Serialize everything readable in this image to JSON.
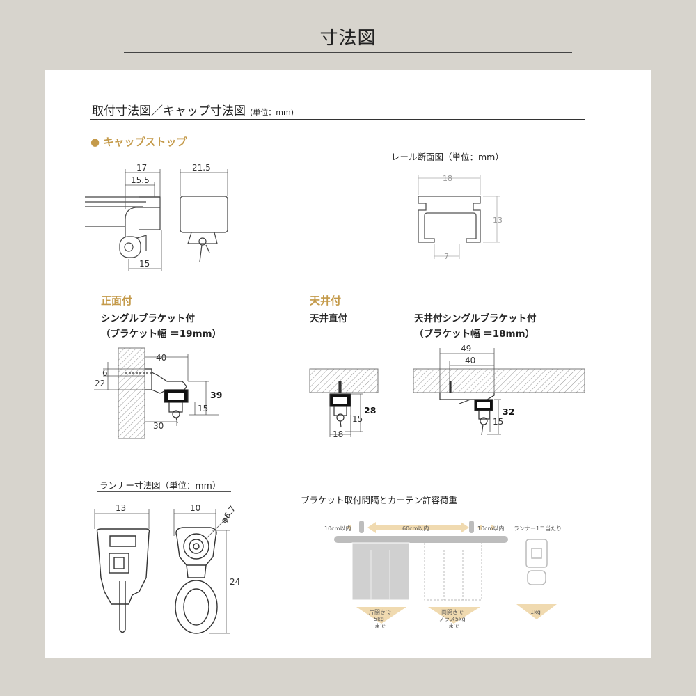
{
  "page_title": "寸法図",
  "section": {
    "title": "取付寸法図／キャップ寸法図",
    "unit": "(単位：mm)"
  },
  "cap_stop": {
    "label": "キャップストップ",
    "dims": {
      "a": "17",
      "b": "15.5",
      "c": "21.5",
      "d": "15"
    }
  },
  "rail_section": {
    "title": "レール断面図（単位：mm）",
    "dims": {
      "w": "18",
      "h": "13",
      "gap": "7"
    }
  },
  "front_mount": {
    "label": "正面付",
    "title": "シングルブラケット付",
    "subtitle": "（ブラケット幅 ＝19mm）",
    "dims": {
      "a": "40",
      "b": "6",
      "c": "22",
      "d": "39",
      "e": "15",
      "f": "30"
    }
  },
  "ceiling_mount": {
    "label": "天井付",
    "direct": {
      "title": "天井直付",
      "dims": {
        "a": "28",
        "b": "15",
        "c": "18"
      }
    }
  },
  "ceiling_bracket": {
    "title": "天井付シングルブラケット付",
    "subtitle": "（ブラケット幅 ＝18mm）",
    "dims": {
      "a": "49",
      "b": "40",
      "c": "32",
      "d": "15"
    }
  },
  "runner": {
    "title": "ランナー寸法図（単位：mm）",
    "dims": {
      "a": "13",
      "b": "10",
      "c": "φ6.7",
      "d": "24"
    }
  },
  "load": {
    "title": "ブラケット取付間隔とカーテン許容荷重",
    "left_gap": "10cm以内",
    "middle_gap": "60cm以内",
    "right_gap": "10cm以内",
    "runner_label": "ランナー1コ当たり",
    "one_side": [
      "片開きで",
      "5kg",
      "まで"
    ],
    "both_sides": [
      "両開きで",
      "プラス5kg",
      "まで"
    ],
    "runner_weight": "1kg"
  },
  "colors": {
    "background": "#d7d4cd",
    "panel": "#ffffff",
    "accent": "#c49a4a",
    "line": "#333333",
    "grey": "#bdbdbd"
  }
}
